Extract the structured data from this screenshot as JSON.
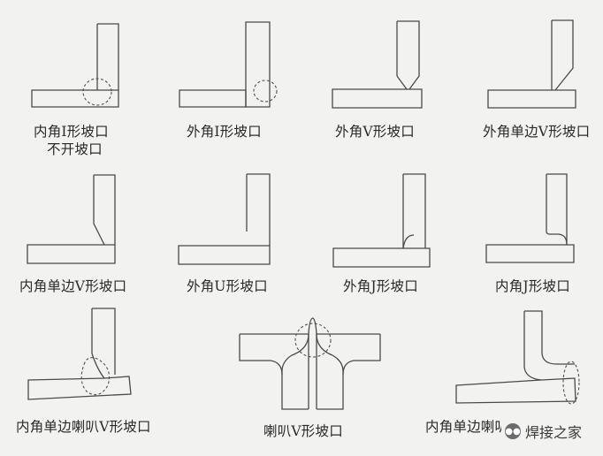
{
  "labels": {
    "d1_line1": "内角I形坡口",
    "d1_line2": "不开坡口",
    "d2": "外角I形坡口",
    "d3": "外角V形坡口",
    "d4": "外角单边V形坡口",
    "d5": "内角单边V形坡口",
    "d6": "外角U形坡口",
    "d7": "外角J形坡口",
    "d8": "内角J形坡口",
    "d9": "内角单边喇叭V形坡口",
    "d10": "喇叭V形坡口",
    "d11": "内角单边喇叭外角搭接"
  },
  "watermark": {
    "icon": "wechat-icon",
    "text": "焊接之家"
  }
}
